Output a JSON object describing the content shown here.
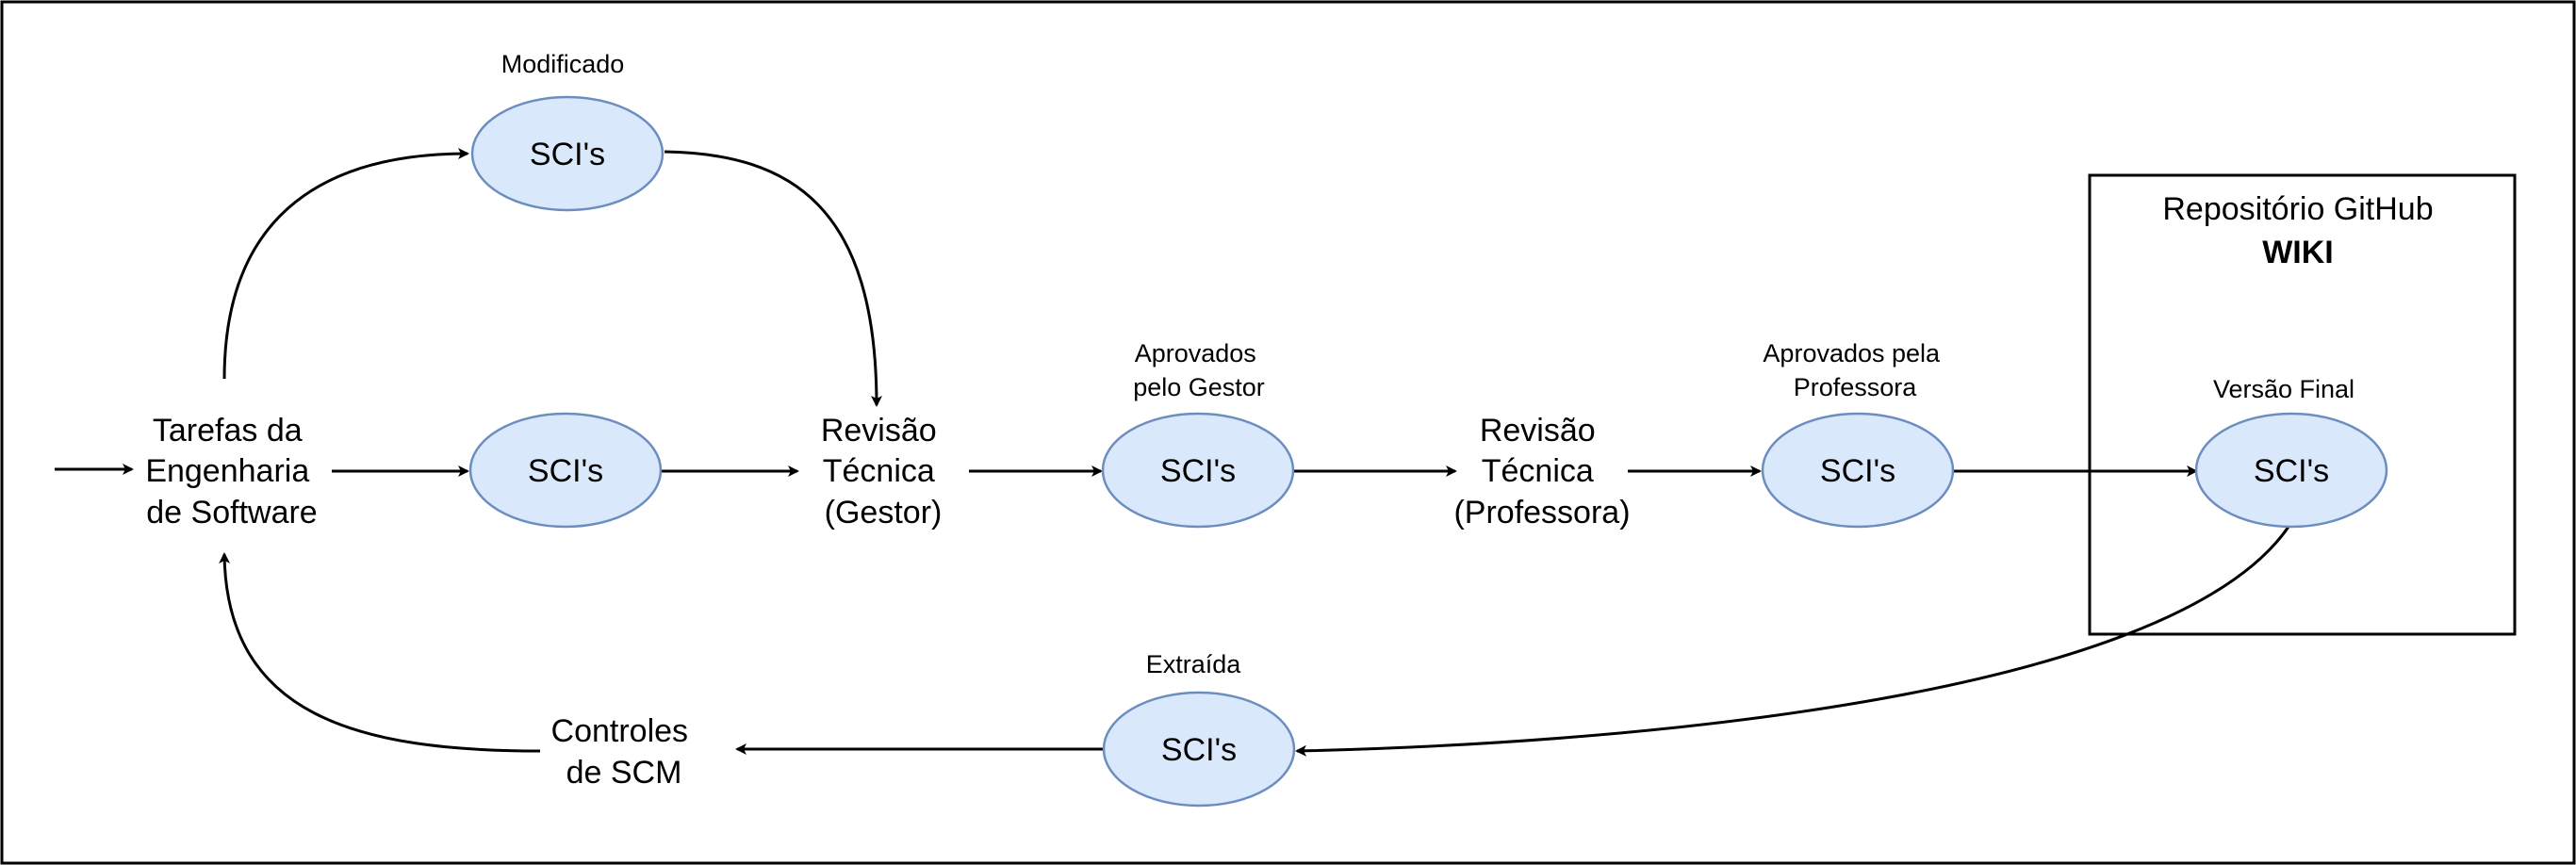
{
  "nodes": {
    "tarefas": [
      "Tarefas da",
      "Engenharia",
      "de Software"
    ],
    "revisao_gestor": [
      "Revisão",
      "Técnica",
      "(Gestor)"
    ],
    "revisao_professora": [
      "Revisão",
      "Técnica",
      "(Professora)"
    ],
    "controles": [
      "Controles",
      "de SCM"
    ]
  },
  "ellipses": {
    "modificado": "SCI's",
    "entrada": "SCI's",
    "aprovados_gestor": "SCI's",
    "aprovados_professora": "SCI's",
    "versao_final": "SCI's",
    "extraida": "SCI's"
  },
  "captions": {
    "modificado": [
      "Modificado"
    ],
    "aprovados_gestor": [
      "Aprovados",
      "pelo Gestor"
    ],
    "aprovados_professora": [
      "Aprovados pela",
      "Professora"
    ],
    "versao_final": [
      "Versão Final"
    ],
    "extraida": [
      "Extraída"
    ]
  },
  "repository": {
    "title": "Repositório GitHub",
    "subtitle": "WIKI"
  },
  "colors": {
    "ellipse_fill": "#dae8fc",
    "ellipse_stroke": "#6c8ebf",
    "line": "#000000"
  }
}
